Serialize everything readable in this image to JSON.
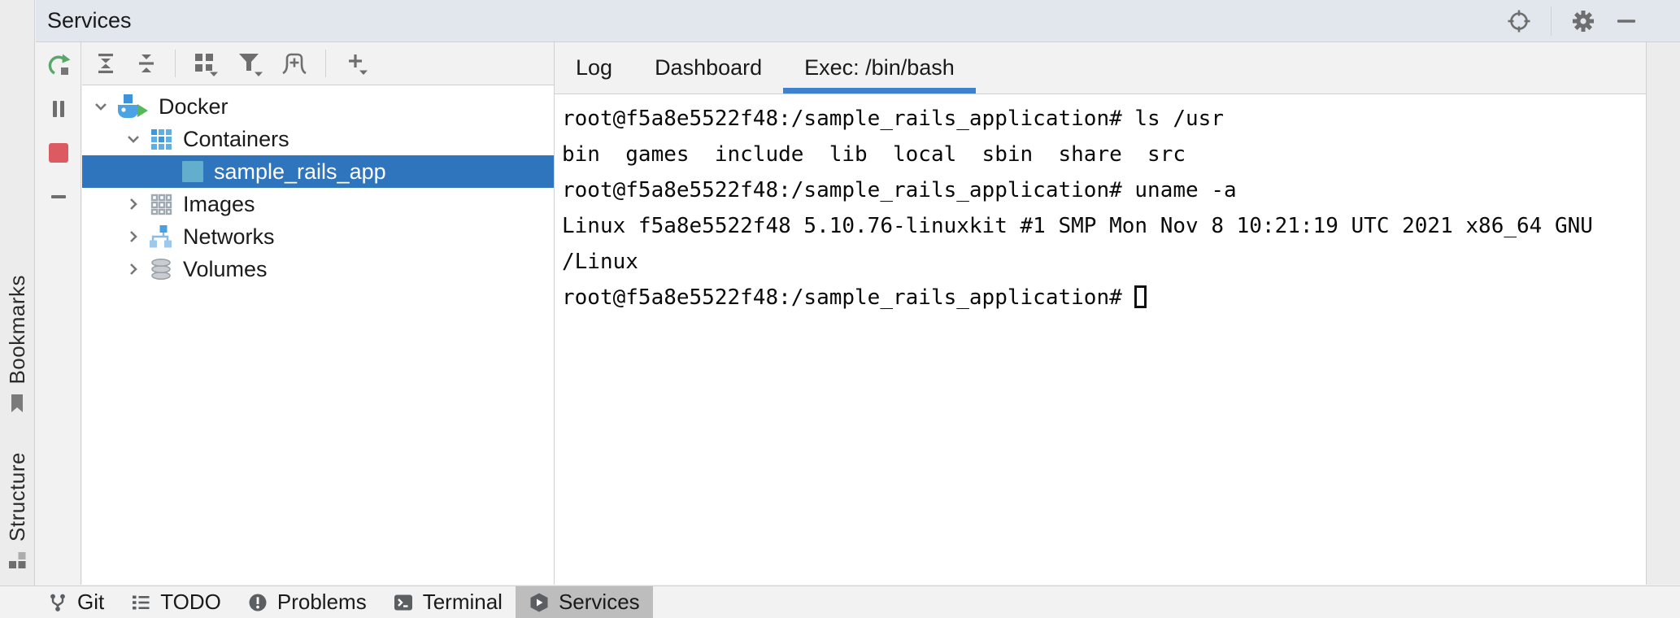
{
  "window": {
    "title": "Services"
  },
  "colors": {
    "selection_blue": "#2E75BE",
    "tab_underline_blue": "#3C82CC",
    "stop_red": "#DC5B62",
    "rerun_green": "#59A869",
    "docker_blue": "#4BA3E3",
    "container_square_teal": "#62AECC",
    "titlebar_bg": "#E2E6ED",
    "panel_gray": "#F2F2F2",
    "stripe_gray": "#ECECEC",
    "border_gray": "#D1D1D1",
    "active_tool_button_bg": "#BDBDBD"
  },
  "titlebar": {
    "title": "Services",
    "icons": [
      "target-icon",
      "settings-icon",
      "hide-icon"
    ]
  },
  "left_stripe": {
    "items": [
      {
        "label": "Bookmarks",
        "icon": "bookmark-icon"
      },
      {
        "label": "Structure",
        "icon": "structure-icon"
      }
    ]
  },
  "service_toolbar": {
    "buttons": [
      "rerun",
      "pause",
      "stop",
      "remove"
    ]
  },
  "tree_toolbar": {
    "buttons": [
      "expand-all",
      "collapse-all",
      "group-by",
      "filter",
      "open-in-new-tab",
      "add-service"
    ]
  },
  "tree": {
    "items": [
      {
        "label": "Docker",
        "level": 0,
        "expanded": true,
        "icon": "docker-icon",
        "selected": false
      },
      {
        "label": "Containers",
        "level": 1,
        "expanded": true,
        "icon": "containers-icon",
        "selected": false
      },
      {
        "label": "sample_rails_app",
        "level": 2,
        "icon": "container-icon",
        "selected": true
      },
      {
        "label": "Images",
        "level": 1,
        "expanded": false,
        "icon": "images-icon",
        "selected": false
      },
      {
        "label": "Networks",
        "level": 1,
        "expanded": false,
        "icon": "networks-icon",
        "selected": false
      },
      {
        "label": "Volumes",
        "level": 1,
        "expanded": false,
        "icon": "volumes-icon",
        "selected": false
      }
    ]
  },
  "tabs": [
    {
      "label": "Log",
      "active": false
    },
    {
      "label": "Dashboard",
      "active": false
    },
    {
      "label": "Exec: /bin/bash",
      "active": true
    }
  ],
  "terminal": {
    "lines": [
      "root@f5a8e5522f48:/sample_rails_application# ls /usr",
      "bin  games  include  lib  local  sbin  share  src",
      "root@f5a8e5522f48:/sample_rails_application# uname -a",
      "Linux f5a8e5522f48 5.10.76-linuxkit #1 SMP Mon Nov 8 10:21:19 UTC 2021 x86_64 GNU",
      "/Linux"
    ],
    "prompt": "root@f5a8e5522f48:/sample_rails_application# ",
    "cursor": "hollow-block"
  },
  "bottom_bar": {
    "items": [
      {
        "label": "Git",
        "icon": "git-branch-icon",
        "active": false
      },
      {
        "label": "TODO",
        "icon": "todo-list-icon",
        "active": false
      },
      {
        "label": "Problems",
        "icon": "problems-icon",
        "active": false
      },
      {
        "label": "Terminal",
        "icon": "terminal-icon",
        "active": false
      },
      {
        "label": "Services",
        "icon": "services-icon",
        "active": true
      }
    ]
  }
}
